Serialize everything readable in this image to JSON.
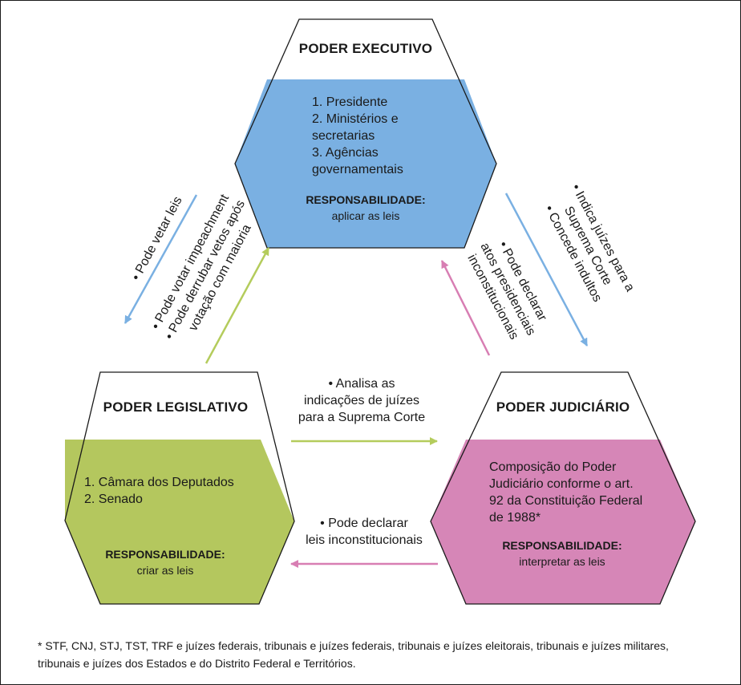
{
  "colors": {
    "executivo": "#7ab0e2",
    "legislativo": "#b4c75e",
    "judiciario": "#d686b7",
    "arrow_blue": "#7ab0e2",
    "arrow_green": "#b4cc5c",
    "arrow_pink": "#d87eb3",
    "outline": "#1a1a1a"
  },
  "executivo": {
    "title": "PODER EXECUTIVO",
    "items": [
      "1. Presidente",
      "2. Ministérios e secretarias",
      "3. Agências governamentais"
    ],
    "resp_label": "RESPONSABILIDADE:",
    "resp_text": "aplicar as leis"
  },
  "legislativo": {
    "title": "PODER LEGISLATIVO",
    "items": [
      "1. Câmara dos Deputados",
      "2. Senado"
    ],
    "resp_label": "RESPONSABILIDADE:",
    "resp_text": "criar as leis"
  },
  "judiciario": {
    "title": "PODER JUDICIÁRIO",
    "composition": "Composição do Poder Judiciário conforme o art. 92 da Constituição Federal de 1988*",
    "resp_label": "RESPONSABILIDADE:",
    "resp_text": "interpretar as leis"
  },
  "relations": {
    "exec_to_leg": [
      "• Pode vetar leis"
    ],
    "leg_to_exec": [
      "• Pode votar impeachment",
      "• Pode derrubar vetos após",
      "votação com maioria"
    ],
    "exec_to_jud": [
      "• Indica juízes para a",
      "Suprema Corte",
      "• Concede indultos"
    ],
    "jud_to_exec": [
      "• Pode declarar",
      "atos presidenciais",
      "inconstitucionais"
    ],
    "leg_to_jud": [
      "• Analisa as",
      "indicações de juízes",
      "para a Suprema Corte"
    ],
    "jud_to_leg": [
      "• Pode declarar",
      "leis inconstitucionais"
    ]
  },
  "footnote": "* STF, CNJ, STJ, TST, TRF e juízes federais, tribunais e juízes federais, tribunais e juízes eleitorais, tribunais e juízes militares, tribunais e juízes dos Estados e do Distrito Federal e Territórios."
}
